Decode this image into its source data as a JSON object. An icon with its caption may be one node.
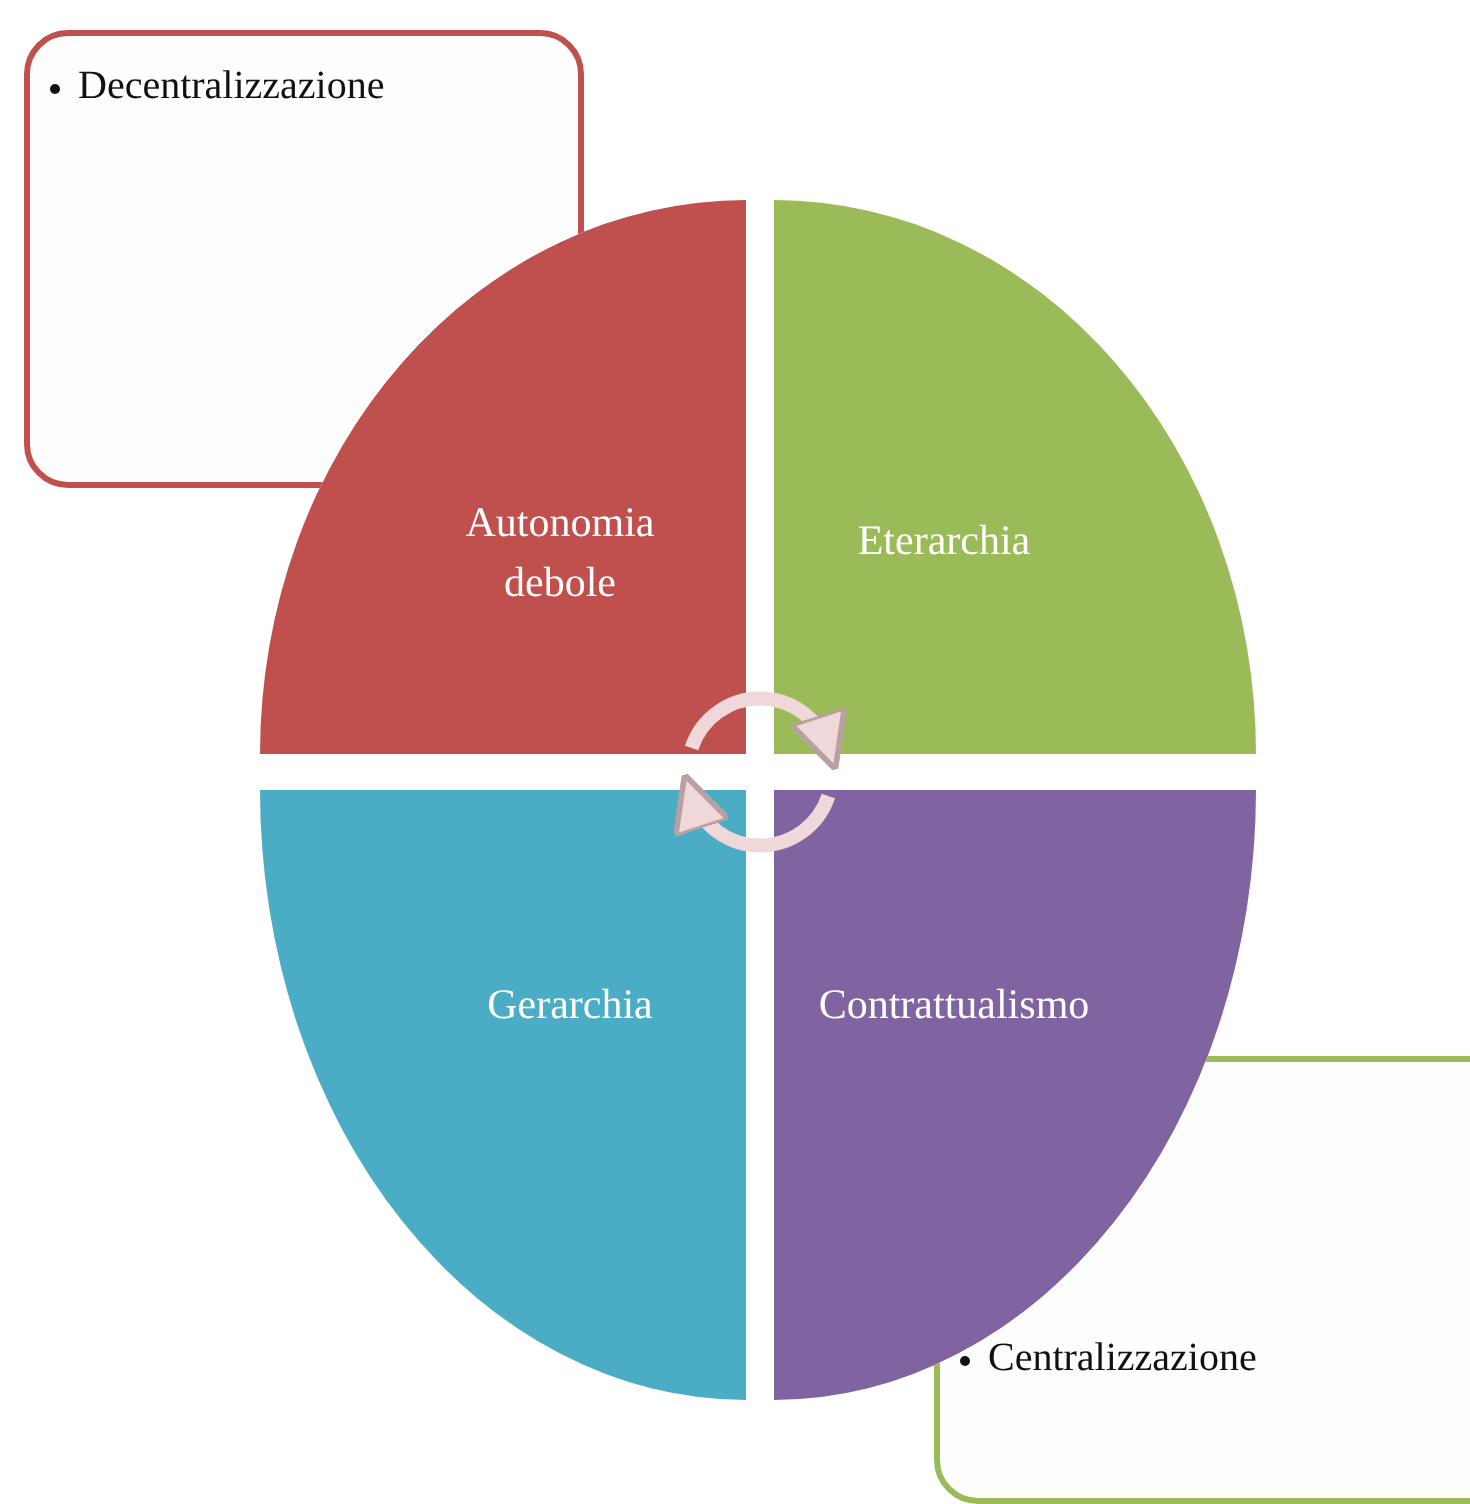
{
  "diagram": {
    "nodes": [
      {
        "text": [
          "Decentralizzazione"
        ]
      },
      {
        "text": [
          "Autonomia debole"
        ]
      },
      {
        "text": [
          "Eterarchia"
        ]
      },
      {
        "text": [
          "Gerarchia"
        ]
      },
      {
        "text": [
          "Contrattualismo"
        ]
      },
      {
        "text": [
          "Centralizzazione"
        ]
      }
    ],
    "edges": [
      {
        "from": 1,
        "to": 2,
        "arrow": "to"
      },
      {
        "from": 4,
        "to": 3,
        "arrow": "to"
      }
    ]
  }
}
